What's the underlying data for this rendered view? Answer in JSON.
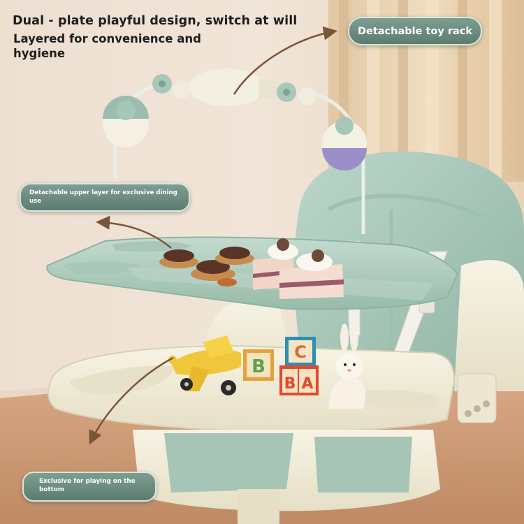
{
  "headline": {
    "line1": "Dual - plate playful design, switch at will",
    "line2": "Layered for convenience and hygiene"
  },
  "callouts": {
    "toy_rack": "Detachable toy rack",
    "upper_layer": "Detachable upper layer for exclusive dining use",
    "bottom_layer": "Exclusive for playing on the bottom"
  },
  "blocks": {
    "top": "C",
    "middle_left": "B",
    "bottom_left": "B",
    "bottom_right": "A"
  },
  "colors": {
    "background": "#efe4d8",
    "curtain": "#e9d4b6",
    "seat_green": "#a8c8ba",
    "tray_top_green": "#b2cfc2",
    "tray_bottom_cream": "#f2edda",
    "callout_pill": "#6a8a7e",
    "callout_border": "#d9e5df",
    "arrow": "#7a5538",
    "headline_text": "#1e1e1e"
  },
  "icons": [
    "toy-bar-icon",
    "plane-toy-icon",
    "rabbit-toy-icon",
    "letter-block-icon",
    "curved-arrow-icon"
  ]
}
